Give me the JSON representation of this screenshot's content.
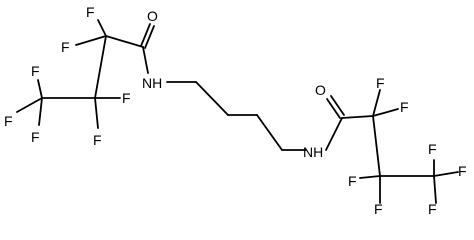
{
  "labels": {
    "fluorine": "F",
    "oxygen": "O",
    "amine": "NH"
  },
  "colors": {
    "background": "#ffffff",
    "bond": "#000000",
    "text": "#000000"
  }
}
